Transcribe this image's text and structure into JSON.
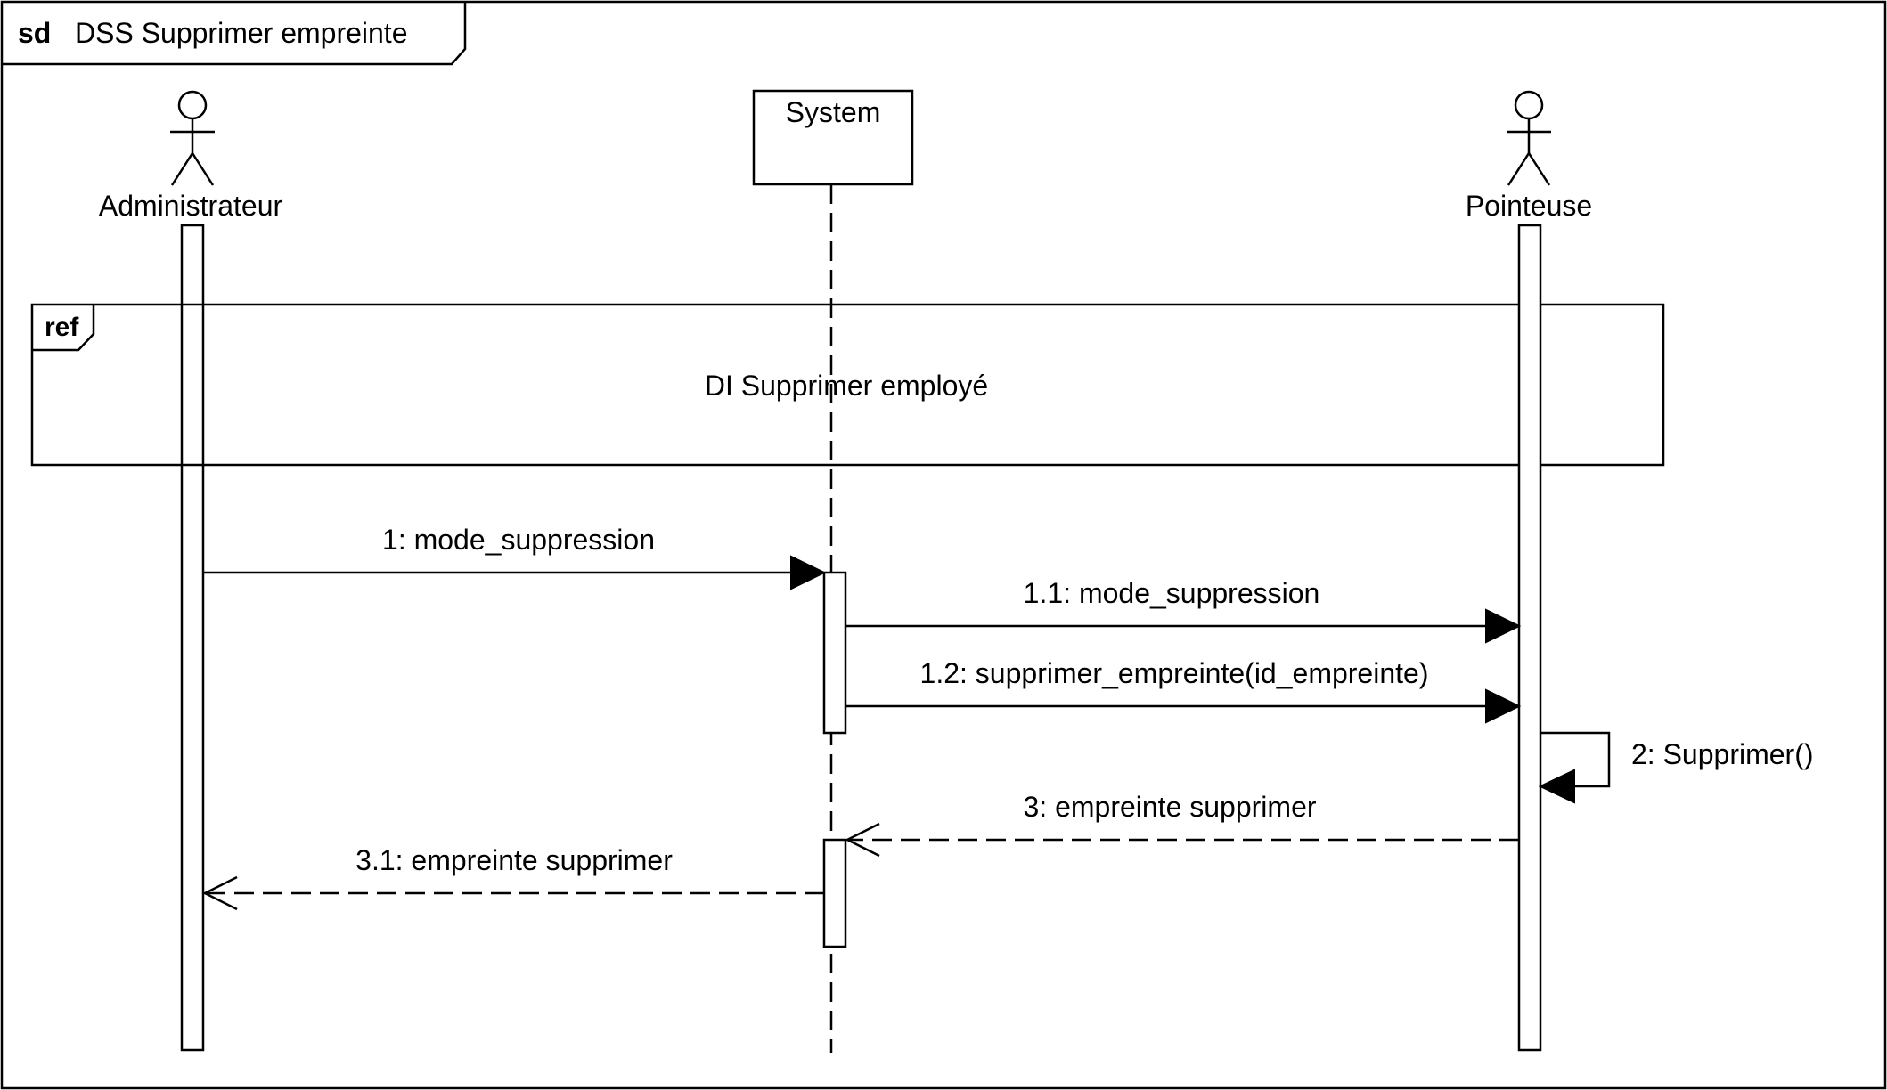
{
  "diagram": {
    "type": "sequence",
    "frame": {
      "keyword": "sd",
      "title": "DSS Supprimer empreinte"
    },
    "participants": [
      {
        "kind": "actor",
        "label": "Administrateur"
      },
      {
        "kind": "object",
        "label": "System"
      },
      {
        "kind": "actor",
        "label": "Pointeuse"
      }
    ],
    "ref": {
      "keyword": "ref",
      "label": "DI Supprimer employé"
    },
    "messages": [
      {
        "label": "1: mode_suppression",
        "from": "Administrateur",
        "to": "System",
        "style": "sync"
      },
      {
        "label": "1.1: mode_suppression",
        "from": "System",
        "to": "Pointeuse",
        "style": "sync"
      },
      {
        "label": "1.2: supprimer_empreinte(id_empreinte)",
        "from": "System",
        "to": "Pointeuse",
        "style": "sync"
      },
      {
        "label": "2: Supprimer()",
        "from": "Pointeuse",
        "to": "Pointeuse",
        "style": "self"
      },
      {
        "label": "3: empreinte supprimer",
        "from": "Pointeuse",
        "to": "System",
        "style": "reply"
      },
      {
        "label": "3.1: empreinte supprimer",
        "from": "System",
        "to": "Administrateur",
        "style": "reply"
      }
    ]
  }
}
